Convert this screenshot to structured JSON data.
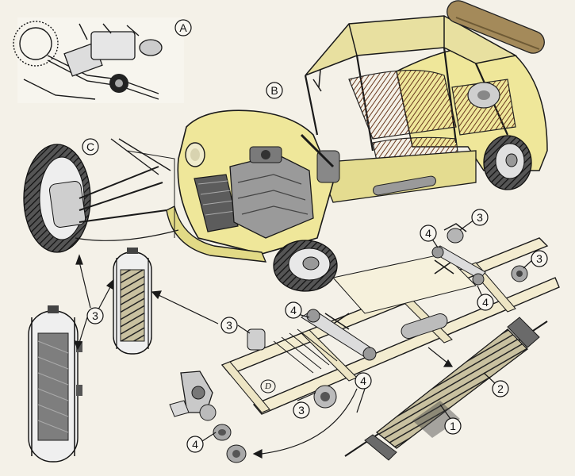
{
  "labels": {
    "inset_a": "A",
    "inset_b": "B",
    "inset_c": "C",
    "frame_d": "D",
    "n1": "1",
    "n2": "2",
    "n3": "3",
    "n4": "4"
  },
  "colors": {
    "body_yellow": "#efe79a",
    "body_shadow": "#d6cd72",
    "seat_brown": "#8a4a2a",
    "frame_cream": "#f3ecd0",
    "metal_grey": "#8d8d8d",
    "ink": "#1a1a1a",
    "paper": "#f4f1e8"
  },
  "parts": {
    "shock_absorber": "1",
    "spring_cylinder": "2",
    "suspension_unit": "3",
    "arm_bearing": "4"
  }
}
